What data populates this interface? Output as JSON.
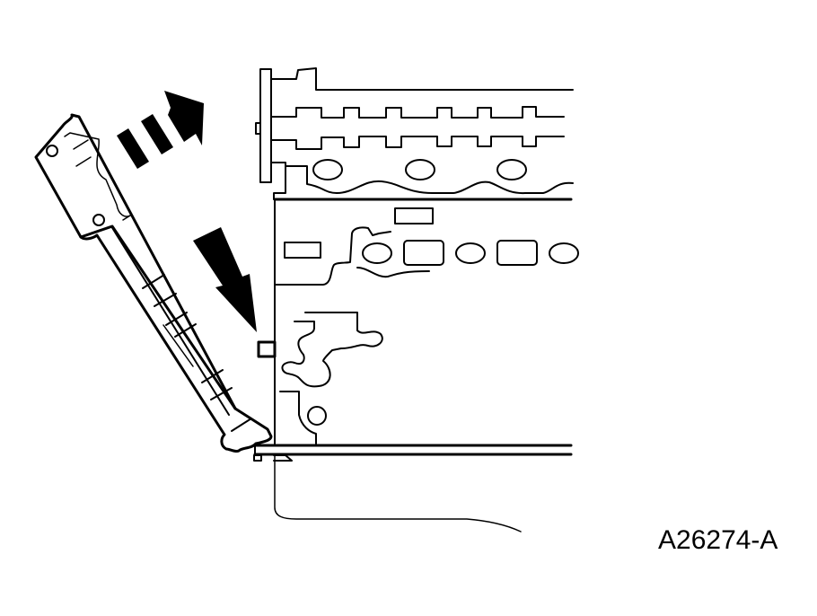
{
  "figure": {
    "id_label": "A26274-A",
    "description": "Line drawing of engine cylinder block side view with a long bracket/cover component being pivoted away; arrows indicate removal direction",
    "stroke_color": "#000000",
    "background_color": "#ffffff"
  },
  "callouts": {
    "upper_arrow": {
      "icon": "dashed-arrow-up-right",
      "meaning": "lift component outward"
    },
    "lower_arrow": {
      "icon": "arrow-down-right",
      "meaning": "point to retaining tab"
    }
  },
  "parts": [
    {
      "name": "camshaft-housing"
    },
    {
      "name": "cylinder-block"
    },
    {
      "name": "removable-cover-bracket"
    },
    {
      "name": "retaining-tab"
    },
    {
      "name": "oil-pan-rail"
    }
  ]
}
